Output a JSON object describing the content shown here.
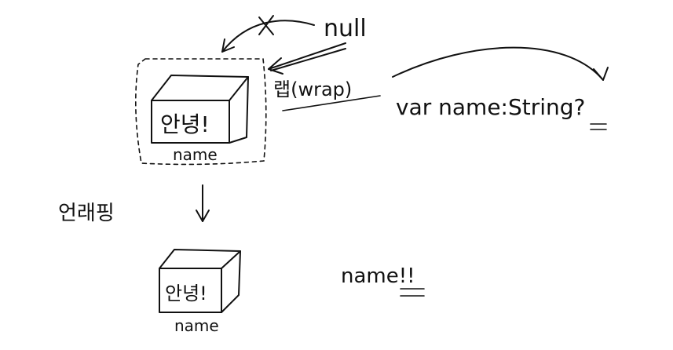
{
  "labels": {
    "null_text": "null",
    "wrap_text": "랩(wrap)",
    "declaration": "var name:String?",
    "unwrap_text": "언래핑",
    "box_top_text": "안녕!",
    "box_top_caption": "name",
    "box_bottom_text": "안녕!",
    "box_bottom_caption": "name",
    "force_unwrap": "name!!"
  },
  "colors": {
    "ink": "#111111",
    "background": "#ffffff"
  }
}
